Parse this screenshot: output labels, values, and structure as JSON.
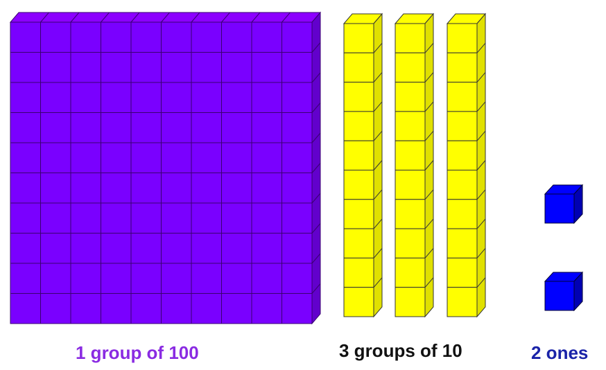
{
  "labels": {
    "hundreds": "1 group of 100",
    "tens": "3 groups of 10",
    "ones": "2 ones"
  },
  "blocks": {
    "hundreds_count": 1,
    "tens_count": 3,
    "ones_count": 2,
    "units_per_rod": 10,
    "flat_rows": 10,
    "flat_cols": 10
  },
  "colors": {
    "hundreds": "#7a00ff",
    "hundreds_label": "#8a2be2",
    "tens": "#ffff00",
    "tens_label": "#111111",
    "ones": "#0000ff",
    "ones_label": "#1a23a8"
  }
}
